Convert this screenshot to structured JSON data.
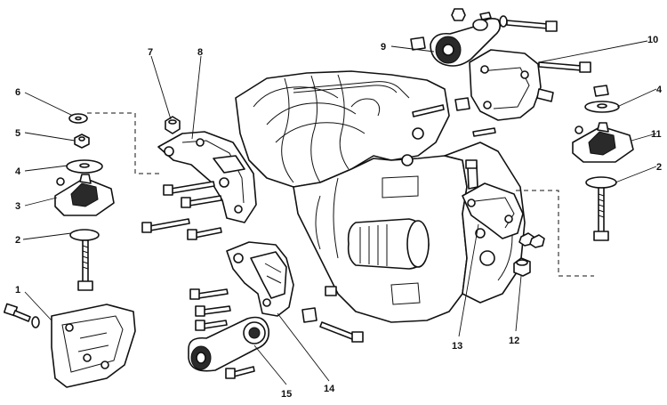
{
  "diagram": {
    "callouts": [
      {
        "id": "c1",
        "label": "1"
      },
      {
        "id": "c2l",
        "label": "2"
      },
      {
        "id": "c3",
        "label": "3"
      },
      {
        "id": "c4l",
        "label": "4"
      },
      {
        "id": "c5",
        "label": "5"
      },
      {
        "id": "c6",
        "label": "6"
      },
      {
        "id": "c7",
        "label": "7"
      },
      {
        "id": "c8",
        "label": "8"
      },
      {
        "id": "c9",
        "label": "9"
      },
      {
        "id": "c10",
        "label": "10"
      },
      {
        "id": "c4r",
        "label": "4"
      },
      {
        "id": "c11",
        "label": "11"
      },
      {
        "id": "c2r",
        "label": "2"
      },
      {
        "id": "c12",
        "label": "12"
      },
      {
        "id": "c13",
        "label": "13"
      },
      {
        "id": "c14",
        "label": "14"
      },
      {
        "id": "c15",
        "label": "15"
      }
    ]
  }
}
